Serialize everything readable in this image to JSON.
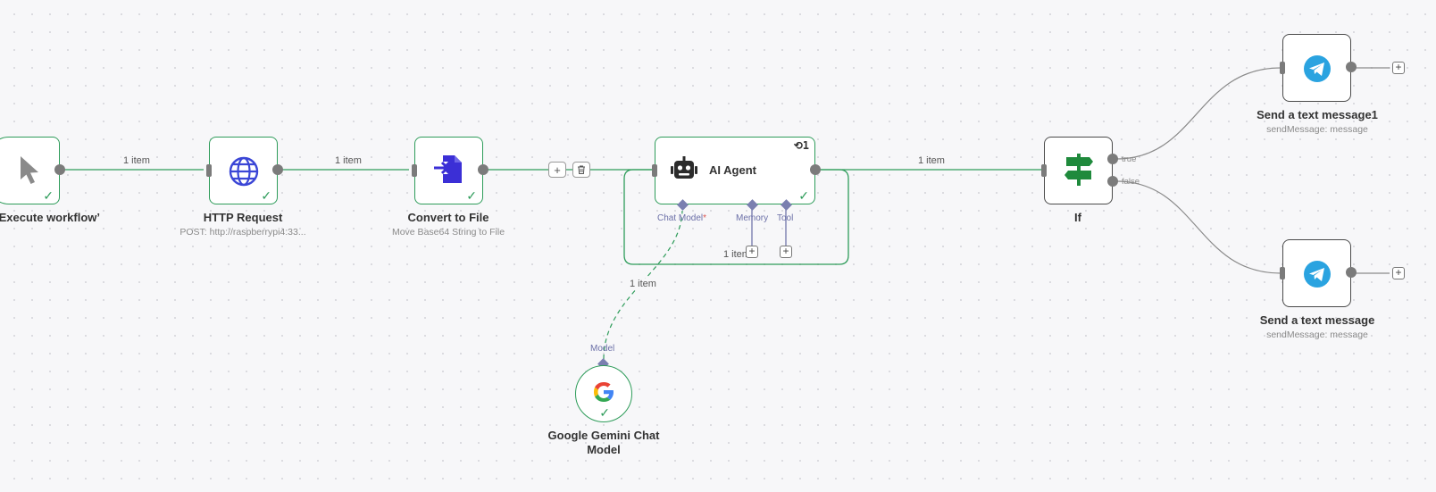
{
  "canvas": {
    "edge_label": "1 item",
    "connection_colors": {
      "success": "#2e9c5a",
      "default": "#8a8a8a",
      "ai": "#7a7fb0"
    }
  },
  "nodes": {
    "trigger": {
      "title": "clicking ‘Execute workflow’",
      "icon": "cursor-icon"
    },
    "http": {
      "title": "HTTP Request",
      "subtitle": "POST: http://raspberrypi4:33...",
      "icon": "globe-icon"
    },
    "convert": {
      "title": "Convert to File",
      "subtitle": "Move Base64 String to File",
      "icon": "file-import-icon"
    },
    "agent": {
      "title": "AI Agent",
      "icon": "robot-icon",
      "badge": "1",
      "ports": {
        "chat_model": "Chat Model",
        "required_mark": "*",
        "memory": "Memory",
        "tool": "Tool"
      },
      "loop_label": "1 item"
    },
    "if": {
      "title": "If",
      "icon": "signpost-icon",
      "true_label": "true",
      "false_label": "false"
    },
    "send1": {
      "title": "Send a text message1",
      "subtitle": "sendMessage: message",
      "icon": "telegram-icon"
    },
    "send2": {
      "title": "Send a text message",
      "subtitle": "sendMessage: message",
      "icon": "telegram-icon"
    },
    "gemini": {
      "title": "Google Gemini Chat Model",
      "port_label": "Model",
      "icon": "google-icon"
    }
  },
  "edge_actions": {
    "add": "+",
    "delete": "trash-icon"
  }
}
